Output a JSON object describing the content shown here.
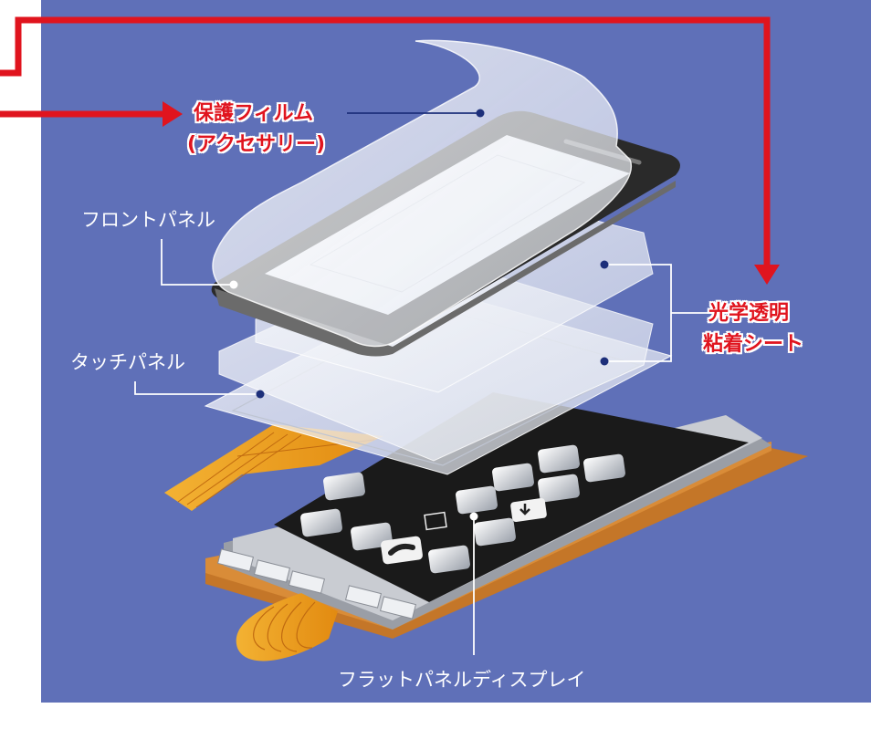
{
  "labels": {
    "protective_film_line1": "保護フィルム",
    "protective_film_line2": "(アクセサリー)",
    "front_panel": "フロントパネル",
    "touch_panel": "タッチパネル",
    "oca_line1": "光学透明",
    "oca_line2": "粘着シート",
    "flat_panel_display": "フラットパネルディスプレイ"
  },
  "colors": {
    "background": "#5f70b8",
    "accent_red": "#e0141e",
    "leader_white": "#ffffff",
    "anchor_dot": "#1d2f7a",
    "flex_cable": "#f0a020",
    "phone_frame": "#2a2a2a"
  }
}
